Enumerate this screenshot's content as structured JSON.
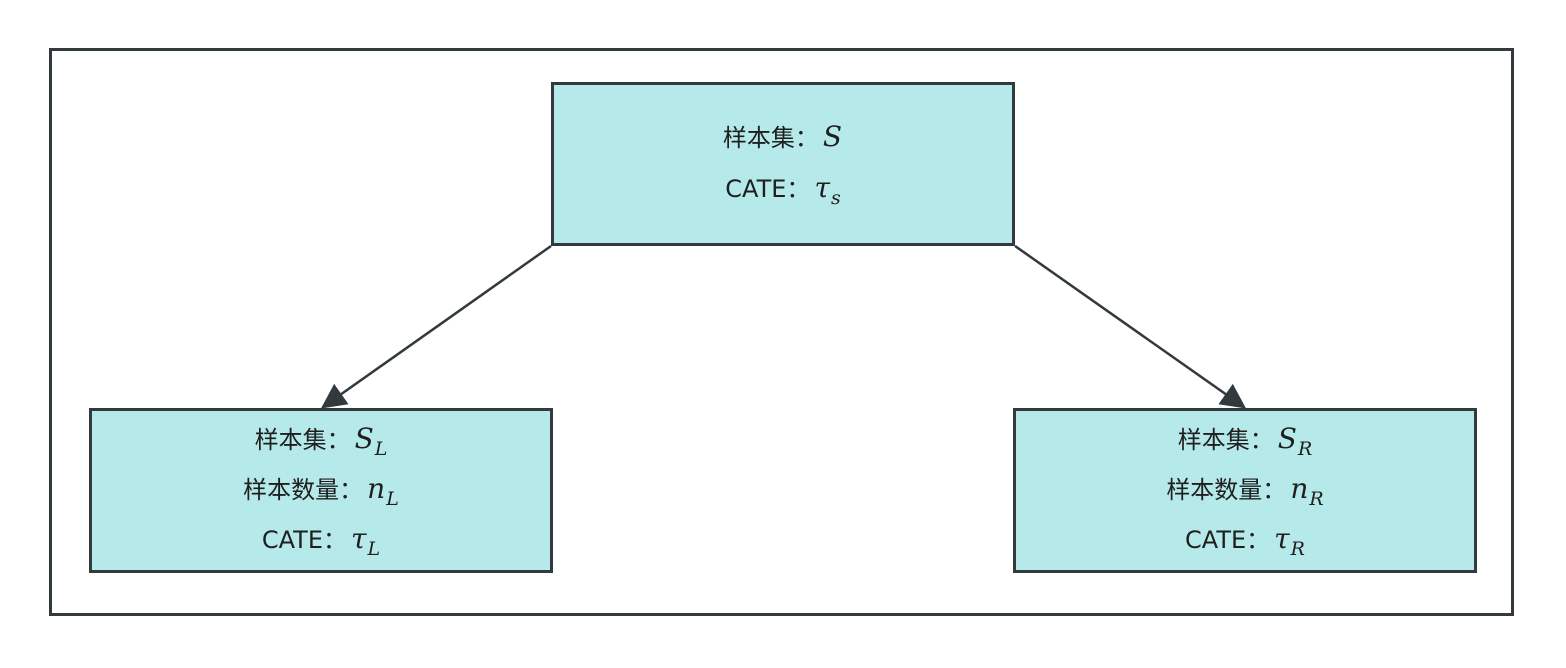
{
  "root": {
    "sample_label": "样本集：",
    "sample_symbol": "S",
    "sample_sub": "",
    "cate_label": "CATE：",
    "cate_symbol": "τ",
    "cate_sub": "s"
  },
  "left": {
    "sample_label": "样本集：",
    "sample_symbol": "S",
    "sample_sub": "L",
    "count_label": "样本数量：",
    "count_symbol": "n",
    "count_sub": "L",
    "cate_label": "CATE：",
    "cate_symbol": "τ",
    "cate_sub": "L"
  },
  "right": {
    "sample_label": "样本集：",
    "sample_symbol": "S",
    "sample_sub": "R",
    "count_label": "样本数量：",
    "count_symbol": "n",
    "count_sub": "R",
    "cate_label": "CATE：",
    "cate_symbol": "τ",
    "cate_sub": "R"
  },
  "colors": {
    "node_fill": "#b6eaea",
    "stroke": "#333a3d"
  }
}
